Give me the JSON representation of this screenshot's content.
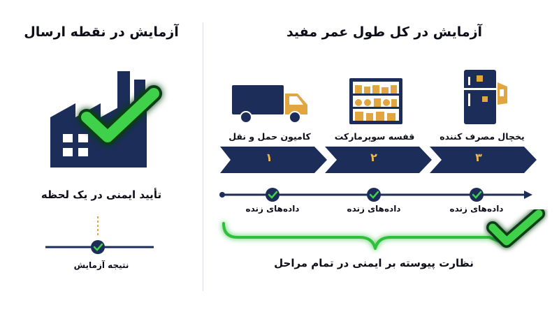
{
  "left": {
    "title": "آزمایش در نقطه ارسال",
    "subtitle": "تأیید ایمنی در یک لحظه",
    "result_label": "نتیجه آزمایش"
  },
  "right": {
    "title": "آزمایش در کل طول عمر مفید",
    "stages": [
      {
        "label": "کامیون حمل و نقل",
        "number": "۱",
        "data_label": "داده‌های زنده",
        "icon": "truck-icon"
      },
      {
        "label": "قفسه سوپرمارکت",
        "number": "۲",
        "data_label": "داده‌های زنده",
        "icon": "supermarket-shelf-icon"
      },
      {
        "label": "یخچال مصرف کننده",
        "number": "۳",
        "data_label": "داده‌های زنده",
        "icon": "refrigerator-icon"
      }
    ],
    "caption": "نظارت پیوسته بر ایمنی در تمام مراحل"
  },
  "colors": {
    "navy": "#1c2d5a",
    "green": "#2fbf3a",
    "gold": "#e2a640"
  }
}
